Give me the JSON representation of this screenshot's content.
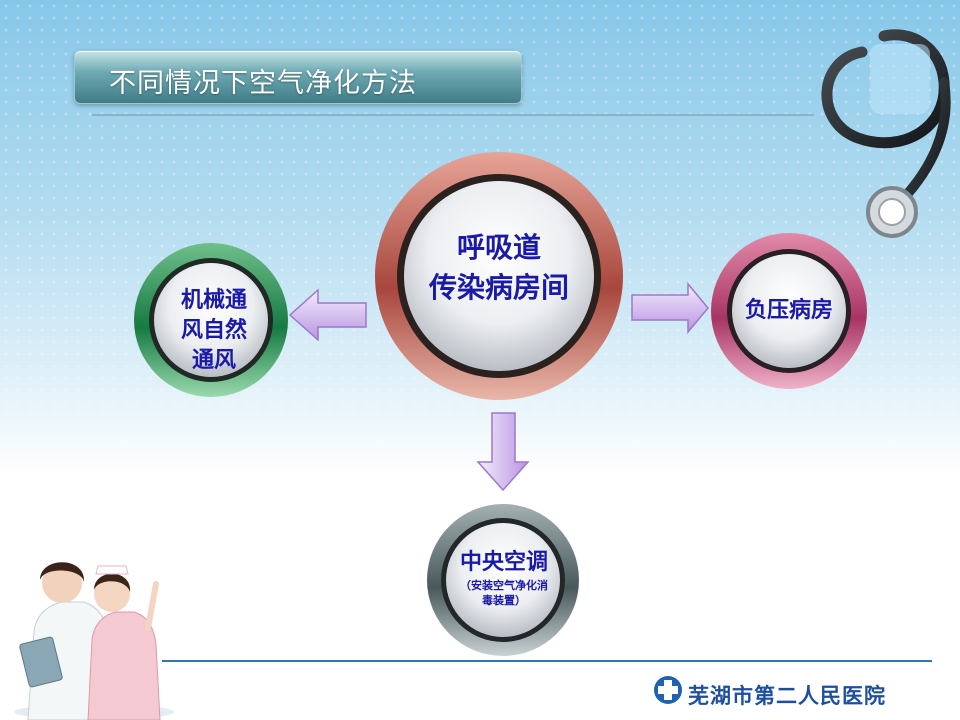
{
  "title": "不同情况下空气净化方法",
  "nodes": {
    "center": {
      "line1": "呼吸道",
      "line2": "传染病房间"
    },
    "left": {
      "line1": "机械通",
      "line2": "风自然",
      "line3": "通风"
    },
    "right": {
      "line1": "负压病房"
    },
    "bottom": {
      "line1": "中央空调",
      "sub1": "（安装空气净化消",
      "sub2": "毒装置）"
    }
  },
  "footer": {
    "hospital": "芜湖市第二人民医院"
  },
  "colors": {
    "center_ring": "#b3554a",
    "left_ring": "#2e9a5a",
    "right_ring": "#c24a78",
    "bottom_ring": "#5d6b6e",
    "arrow": "#b58ce0",
    "label": "#1a1aa6"
  },
  "icons": [
    "stethoscope-icon",
    "hospital-logo-icon"
  ]
}
